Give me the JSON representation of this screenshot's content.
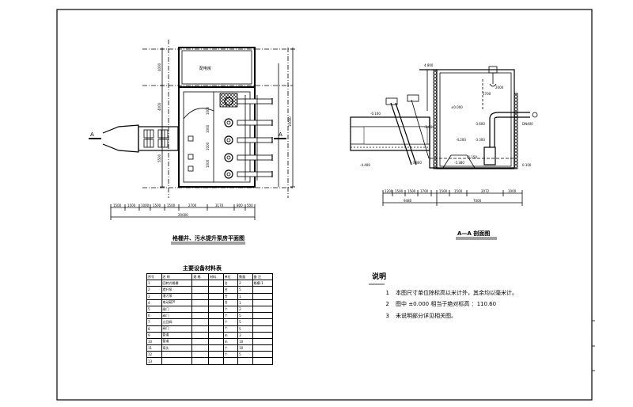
{
  "plan": {
    "room_label": "配电房",
    "section_marker": "A",
    "caption": "格栅井、污水提升泵房平面图",
    "dim_left": [
      "4000",
      "4000",
      "5500"
    ],
    "dim_right": "10000",
    "dim_pumps": [
      "1000",
      "1000",
      "1000",
      "1000",
      "1000"
    ],
    "dim_bottom_row": [
      "1500",
      "1500",
      "1000",
      "1500",
      "1500",
      "2700",
      "3170",
      "800",
      "500"
    ],
    "dim_bottom_total": "20000"
  },
  "section": {
    "caption": "A—A 剖面图",
    "levels": [
      "4.800",
      "-0.100",
      "±0.000",
      "-2.800",
      "-3.600",
      "-4.200",
      "-5.150",
      "-3.800",
      "-4.400",
      "-5.380",
      "-3.300",
      "DN400",
      "0.100"
    ],
    "dims_bottom": [
      "1200",
      "1500",
      "1500",
      "1700",
      "1500",
      "1500",
      "2072",
      "1000"
    ],
    "dim_total_left": "9480",
    "dim_total_right": "7000",
    "dim_right_small": [
      "2000",
      "1700"
    ]
  },
  "equipment_table": {
    "title": "主要设备材料表",
    "header": [
      "序号",
      "名 称",
      "规 格",
      "材料",
      "单位",
      "数量",
      "备 注"
    ],
    "rows": [
      [
        "1",
        "回转式格栅",
        "",
        "",
        "台",
        "2",
        "格栅-1"
      ],
      [
        "2",
        "提升泵",
        "",
        "",
        "台",
        "5",
        ""
      ],
      [
        "3",
        "潜污泵",
        "",
        "",
        "台",
        "1",
        ""
      ],
      [
        "4",
        "电动葫芦",
        "",
        "",
        "台",
        "1",
        ""
      ],
      [
        "5",
        "闸门",
        "",
        "",
        "个",
        "2",
        ""
      ],
      [
        "6",
        "阀门",
        "",
        "",
        "个",
        "5",
        ""
      ],
      [
        "7",
        "止回阀",
        "",
        "",
        "个",
        "5",
        ""
      ],
      [
        "8",
        "阀门",
        "",
        "",
        "个",
        "5",
        ""
      ],
      [
        "9",
        "管道",
        "",
        "",
        "m",
        "3",
        ""
      ],
      [
        "10",
        "管道",
        "",
        "",
        "m",
        "10",
        ""
      ],
      [
        "11",
        "弯头",
        "",
        "",
        "个",
        "10",
        ""
      ],
      [
        "12",
        "",
        "",
        "",
        "个",
        "5",
        ""
      ],
      [
        "13",
        "",
        "",
        "",
        "",
        "",
        ""
      ]
    ]
  },
  "notes": {
    "title": "说明",
    "items": [
      {
        "num": "1",
        "text": "本图尺寸单位除标高以米计外，其余均以毫米计。"
      },
      {
        "num": "2",
        "text": "图中 ±0.000 相当于绝对标高 ：110.60"
      },
      {
        "num": "3",
        "text": "未说明部分详见相关图。"
      }
    ]
  }
}
